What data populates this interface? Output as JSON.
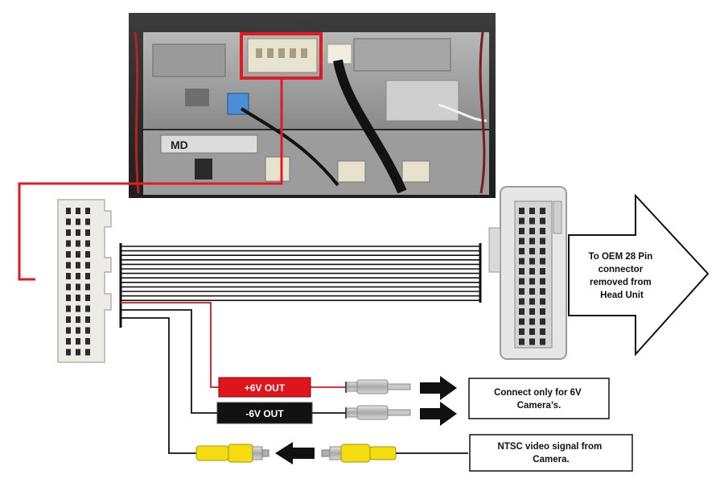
{
  "arrow_label": {
    "line1": "To OEM 28 Pin",
    "line2": "connector",
    "line3": "removed from",
    "line4": "Head Unit"
  },
  "pos_label": "+6V OUT",
  "neg_label": "-6V OUT",
  "camera_note": {
    "line1": "Connect only for 6V",
    "line2": "Camera’s."
  },
  "video_note": {
    "line1": "NTSC  video signal from",
    "line2": "Camera."
  },
  "photo": {
    "unit_label": "MD"
  },
  "colors": {
    "red_wire": "#e0141b",
    "black_wire": "#111111",
    "rca_yellow": "#f3dc10",
    "highlight": "#e11b22"
  }
}
